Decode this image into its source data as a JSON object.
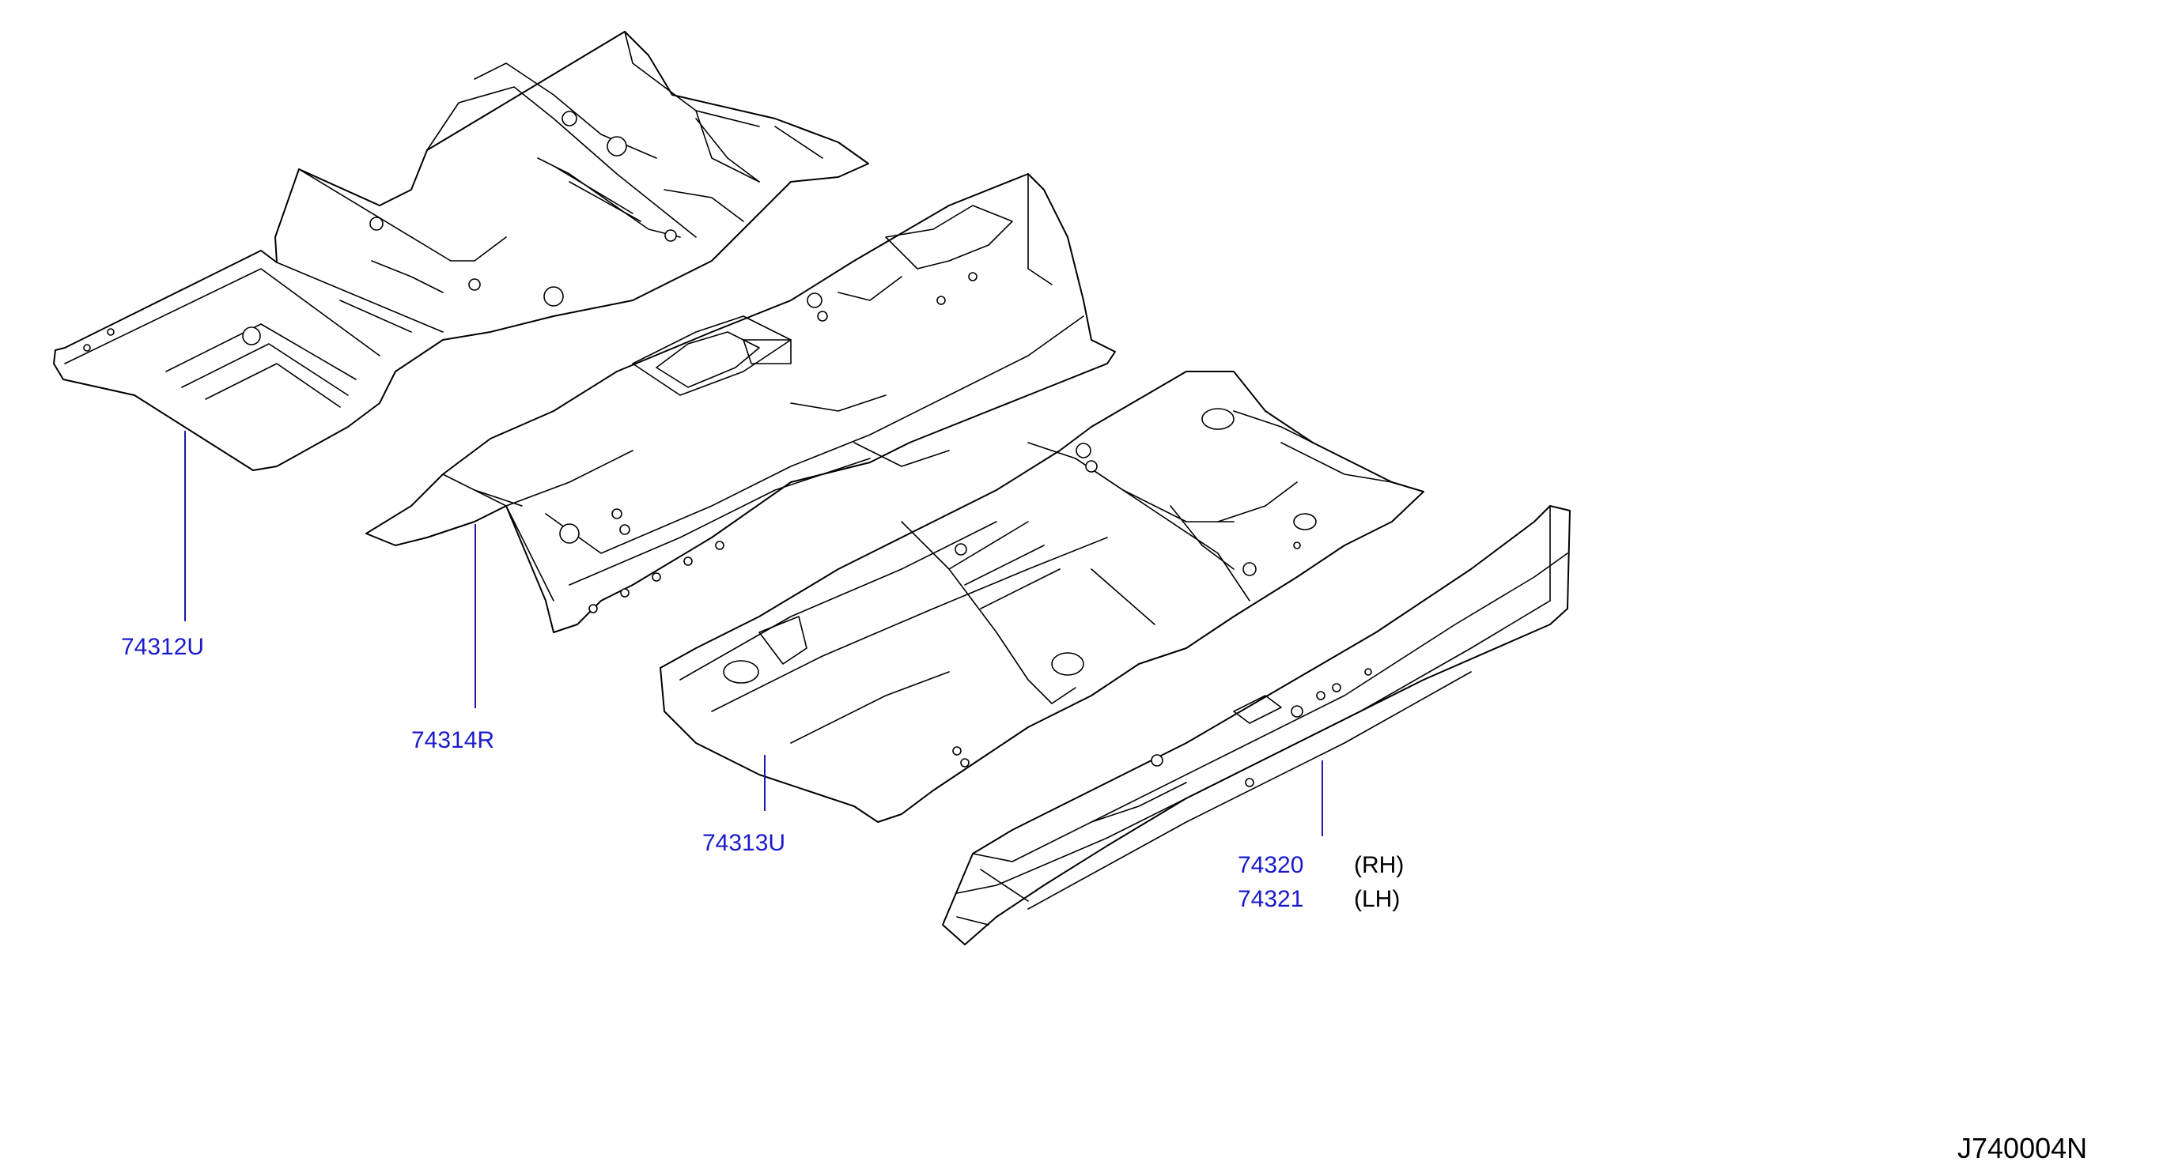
{
  "callouts": [
    {
      "part_number": "74312U"
    },
    {
      "part_number": "74314R"
    },
    {
      "part_number": "74313U"
    },
    {
      "part_number": "74320",
      "side": "(RH)"
    },
    {
      "part_number": "74321",
      "side": "(LH)"
    }
  ],
  "diagram_code": "J740004N",
  "colors": {
    "callout_text": "#1a1acc",
    "leader_line": "#1a1aa6",
    "linework": "#000000"
  }
}
